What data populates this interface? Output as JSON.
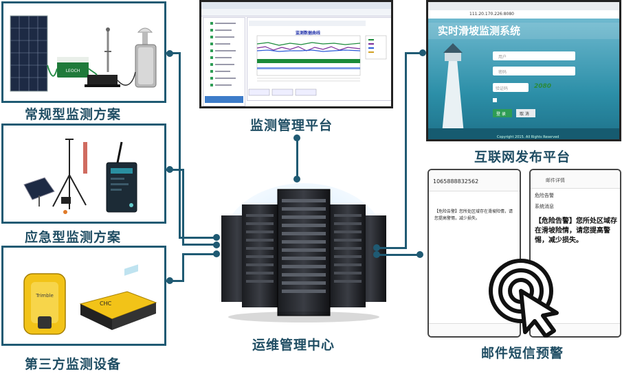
{
  "labels": {
    "conventional": "常规型监测方案",
    "emergency": "应急型监测方案",
    "third_party": "第三方监测设备",
    "platform": "监测管理平台",
    "internet": "互联网发布平台",
    "ops_center": "运维管理中心",
    "sms": "邮件短信预警"
  },
  "platform_window": {
    "chart_title": "监测数据曲线"
  },
  "web_window": {
    "address": "111.20.170.226:8080",
    "system_title": "实时滑坡监测系统",
    "user_placeholder": "用户",
    "password_placeholder": "密码",
    "captcha_placeholder": "验证码",
    "captcha_value": "2080",
    "login_button": "登 录",
    "cancel_button": "取 消",
    "footer": "Copyright 2015. All Rights Reserved"
  },
  "sms_phone": {
    "number": "1065888832562",
    "message": "【危险告警】您所处区域存在滑坡险情，请您提高警惕，减少损失。"
  },
  "mail_phone": {
    "header": "邮件详情",
    "subject": "危险告警",
    "sender": "系统消息",
    "body": "【危险告警】您所处区域存在滑坡险情，请您提高警惕，减少损失。"
  },
  "equipment": {
    "battery_brand": "LEOCH",
    "gnss_brand_1": "Trimble",
    "gnss_brand_2": "CHC"
  },
  "colors": {
    "frame": "#1f5a73",
    "label": "#1f4d63"
  }
}
